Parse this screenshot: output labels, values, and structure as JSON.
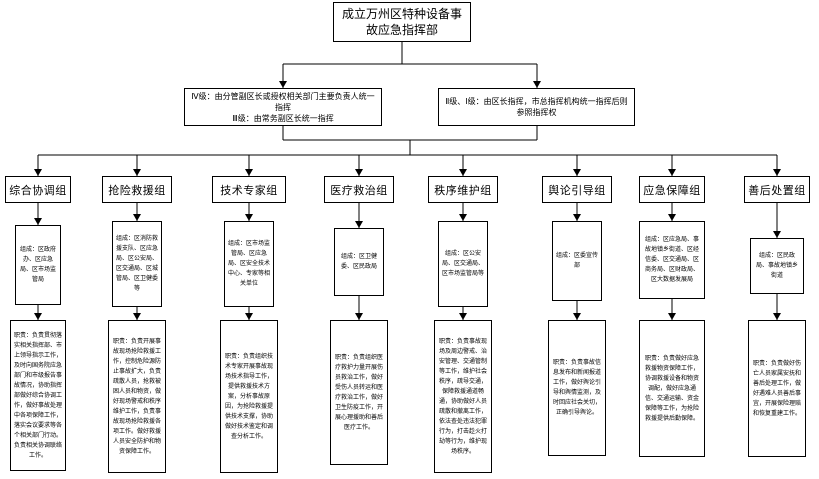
{
  "root": {
    "title": "成立万州区特种设备事故应急指挥部"
  },
  "level2": [
    {
      "line1": "Ⅳ级：由分管副区长或授权相关部门主要负责人统一指挥",
      "line2": "Ⅲ级：由常务副区长统一指挥"
    },
    {
      "line1": "Ⅱ级、Ⅰ级：由区长指挥，市总指挥机构统一指挥后则参照指挥权"
    }
  ],
  "groups": [
    {
      "name": "综合协调组",
      "members": "组成：区政府办、区应急局、区市场监管局",
      "duties": "职责：负责贯彻落实相关指挥部、市上领导指示工作，及时向国务院应急部门和市级报告事故情况，协助指挥部做好综合协调工作，做好事故处理中各项保障工作，落实会议要求等各个相关部门行动。负责相关协调联络工作。"
    },
    {
      "name": "抢险救援组",
      "members": "组成：区消防救援支队、区应急局、区公安局、区交通局、区城管局、区卫健委等",
      "duties": "职责：负责开展事故现场抢险救援工作，控制危险源防止事故扩大，负责疏散人员，抢救被困人员和物资，做好现场警戒和秩序维护工作，负责事故现场抢险救援各项工作。做好救援人员安全防护和物资保障工作。"
    },
    {
      "name": "技术专家组",
      "members": "组成：区市场监管局、区应急局、区安全技术中心、专家等相关单位",
      "duties": "职责：负责组织技术专家开展事故现场技术指导工作，提供救援技术方案，分析事故原因，为抢险救援提供技术支撑，协助做好技术鉴定和调查分析工作。"
    },
    {
      "name": "医疗救治组",
      "members": "组成：区卫健委、区民政局",
      "duties": "职责：负责组织医疗救护力量开展伤员救治工作，做好受伤人员转运和医疗救治工作，做好卫生防疫工作，开展心理援助和善后医疗工作。"
    },
    {
      "name": "秩序维护组",
      "members": "组成：区公安局、区交通局、区市场监管局等",
      "duties": "职责：负责事故现场及周边警戒、治安管理、交通管制等工作，维护社会秩序，疏导交通，保障救援通道畅通，协助做好人员疏散和撤离工作，依法查处违法犯罪行为，打击趁火打劫等行为，维护现场秩序。"
    },
    {
      "name": "舆论引导组",
      "members": "组成：区委宣传部",
      "duties": "职责：负责事故信息发布和新闻报道工作，做好舆论引导和舆情监测，及时回应社会关切，正确引导舆论。"
    },
    {
      "name": "应急保障组",
      "members": "组成：区应急局、事故地镇乡街道、区经信委、区交通局、区商务局、区财政局、区大数据发展局",
      "duties": "职责：负责做好应急救援物资保障工作，协调救援设备和物资调配，做好应急通信、交通运输、资金保障等工作，为抢险救援提供后勤保障。"
    },
    {
      "name": "善后处置组",
      "members": "组成：区民政局、事故地镇乡街道",
      "duties": "职责：负责做好伤亡人员家属安抚和善后处理工作，做好遇难人员善后事宜，开展保险理赔和恢复重建工作。"
    }
  ]
}
